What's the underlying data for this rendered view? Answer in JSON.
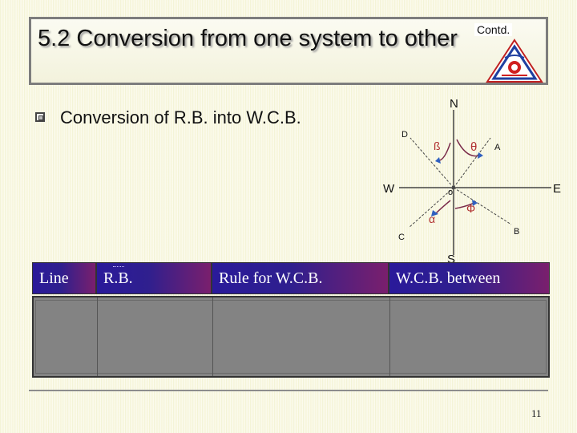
{
  "slide": {
    "title": "5.2 Conversion from one system to other",
    "contd_label": "Contd.",
    "bullet_text": "Conversion of R.B. into W.C.B.",
    "page_number": "11"
  },
  "diagram": {
    "labels": {
      "north": "N",
      "south": "S",
      "east": "E",
      "west": "W",
      "origin": "o",
      "point_a": "A",
      "point_b": "B",
      "point_c": "C",
      "point_d": "D",
      "angle_theta": "θ",
      "angle_beta": "ß",
      "angle_phi": "Φ",
      "angle_alpha": "α"
    },
    "colors": {
      "axes": "#444444",
      "arcs": "#7a2b4a",
      "angle_text": "#b03030",
      "arrow_heads": "#3060c0"
    }
  },
  "table": {
    "headers": [
      "Line",
      "R.B.",
      "Rule for W.C.B.",
      "W.C.B. between"
    ],
    "rows": []
  },
  "colors": {
    "header_gradient_start": "#2a1a9a",
    "header_gradient_end": "#7a1f6d",
    "table_body": "#838383",
    "background": "#f7f6df"
  }
}
